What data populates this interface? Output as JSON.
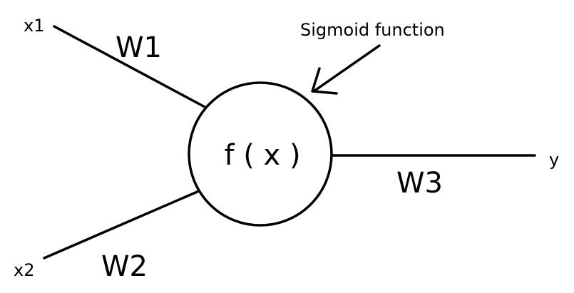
{
  "inputs": {
    "x1": "x1",
    "x2": "x2"
  },
  "weights": {
    "w1": "W1",
    "w2": "W2",
    "w3": "W3"
  },
  "node": {
    "label": "f ( x )"
  },
  "output": {
    "label": "y"
  },
  "annotation": {
    "text": "Sigmoid function"
  },
  "colors": {
    "ink": "#000000",
    "background": "#ffffff"
  }
}
